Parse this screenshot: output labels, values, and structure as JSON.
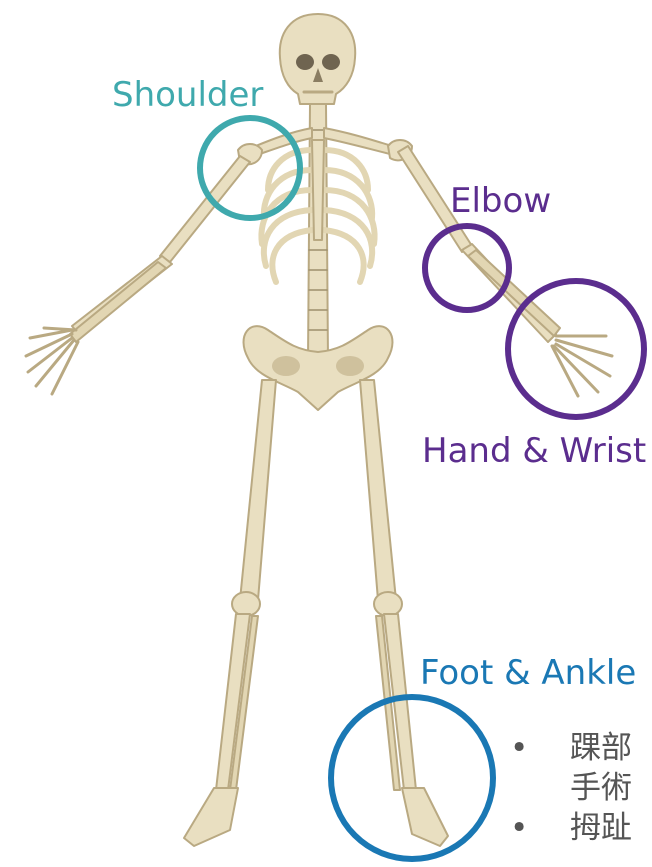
{
  "labels": {
    "shoulder": "Shoulder",
    "elbow": "Elbow",
    "hand_wrist": "Hand & Wrist",
    "foot_ankle": "Foot & Ankle"
  },
  "bullets": [
    {
      "marker": "•",
      "line1": "踝部",
      "line2": "手術"
    },
    {
      "marker": "•",
      "line1": "拇趾",
      "line2": ""
    }
  ],
  "colors": {
    "shoulder": "#3fa9ad",
    "elbow": "#5b2d8e",
    "hand_wrist": "#5b2d8e",
    "foot_ankle": "#1a78b4",
    "bone": "#e9dfc1",
    "bone_edge": "#b9a982"
  }
}
